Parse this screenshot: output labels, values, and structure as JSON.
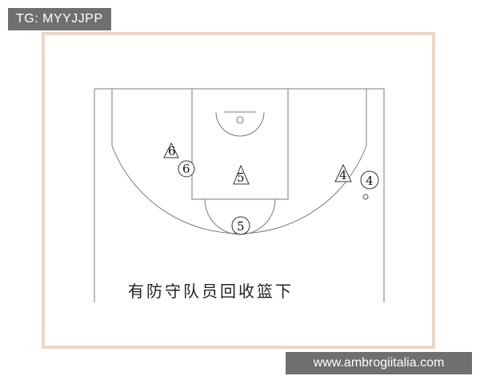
{
  "overlay": {
    "tg_label": "TG: MYYJJPP",
    "site_label": "www.ambrogiitalia.com"
  },
  "diagram": {
    "caption": "有防守队员回收篮下",
    "offense": {
      "p6": "6",
      "p5": "5",
      "p4": "4"
    },
    "defense": {
      "d6": "6",
      "d5": "5",
      "d4": "4"
    }
  }
}
